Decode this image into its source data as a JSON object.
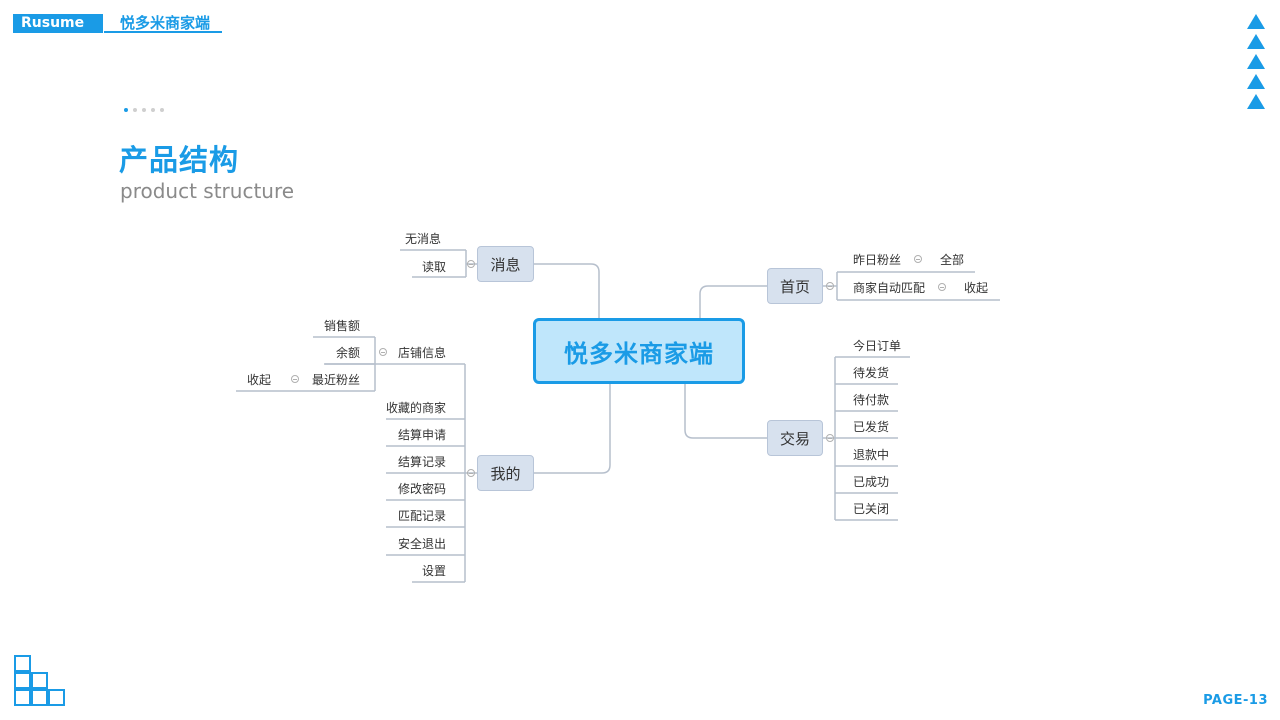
{
  "header": {
    "tag": "Rusume",
    "title": "悦多米商家端"
  },
  "page_dots": {
    "count": 5,
    "active": 0
  },
  "section": {
    "title": "产品结构",
    "subtitle": "product structure"
  },
  "mindmap": {
    "root": "悦多米商家端",
    "branches": {
      "messages": {
        "label": "消息",
        "items": [
          "无消息",
          "读取"
        ]
      },
      "home": {
        "label": "首页",
        "rows": [
          {
            "label": "昨日粉丝",
            "child": "全部"
          },
          {
            "label": "商家自动匹配",
            "child": "收起"
          }
        ]
      },
      "trade": {
        "label": "交易",
        "items": [
          "今日订单",
          "待发货",
          "待付款",
          "已发货",
          "退款中",
          "已成功",
          "已关闭"
        ]
      },
      "mine": {
        "label": "我的",
        "store_info": {
          "label": "店铺信息",
          "items": [
            "销售额",
            "余额"
          ],
          "recent_fans": {
            "label": "最近粉丝",
            "child": "收起"
          }
        },
        "items": [
          "收藏的商家",
          "结算申请",
          "结算记录",
          "修改密码",
          "匹配记录",
          "安全退出",
          "设置"
        ]
      }
    }
  },
  "footer": {
    "page": "PAGE-13"
  },
  "colors": {
    "accent": "#1a9be6",
    "node_bg": "#d7e1ee",
    "center_bg": "#bfe6fb",
    "line": "#b6bfcc"
  }
}
